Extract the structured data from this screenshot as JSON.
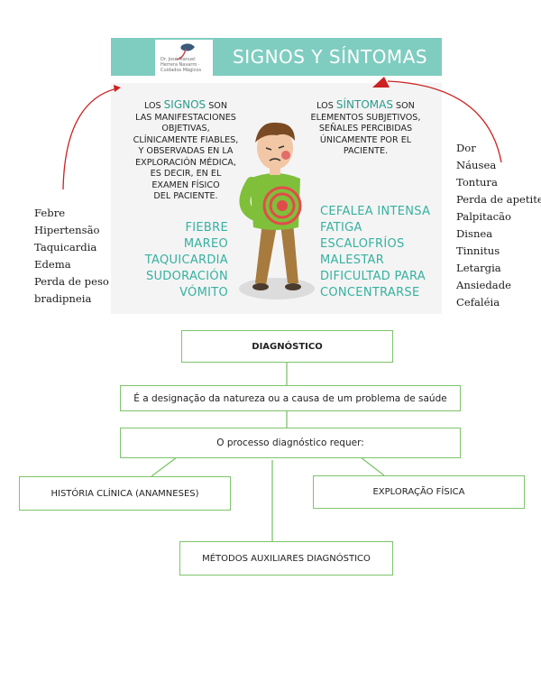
{
  "header": {
    "logo_text": "Dr. José Manuel Herrera Navarro · Cuidados Mágicos",
    "title": "SIGNOS Y SÍNTOMAS"
  },
  "signos": {
    "pre": "LOS",
    "word": "SIGNOS",
    "post": "SON",
    "lines": [
      "LAS MANIFESTACIONES",
      "OBJETIVAS,",
      "CLÍNICAMENTE FIABLES,",
      "Y OBSERVADAS EN LA",
      "EXPLORACIÓN MÉDICA,",
      "ES DECIR, EN EL",
      "EXAMEN FÍSICO",
      "DEL PACIENTE."
    ],
    "examples": [
      "FIEBRE",
      "MAREO",
      "TAQUICARDIA",
      "SUDORACIÓN",
      "VÓMITO"
    ]
  },
  "sintomas": {
    "pre": "LOS",
    "word": "SÍNTOMAS",
    "post": "SON",
    "lines": [
      "ELEMENTOS SUBJETIVOS,",
      "SEÑALES PERCIBIDAS",
      "ÚNICAMENTE POR EL",
      "PACIENTE."
    ],
    "examples": [
      "CEFALEA INTENSA",
      "FATIGA",
      "ESCALOFRÍOS",
      "MALESTAR",
      "DIFICULTAD PARA",
      "CONCENTRARSE"
    ]
  },
  "left_list": [
    "Febre",
    "Hipertensão",
    "Taquicardia",
    "Edema",
    "Perda de peso",
    "bradipneia"
  ],
  "right_list": [
    "Dor",
    "Náusea",
    "Tontura",
    "Perda de apetite",
    "Palpitacão",
    "Disnea",
    "Tinnitus",
    "Letargia",
    "Ansiedade",
    "Cefaléia"
  ],
  "flow": {
    "diagnostico": "DIAGNÓSTICO",
    "definition": "É a designação da natureza ou a causa de um problema de saúde",
    "requires": "O processo diagnóstico requer:",
    "historia": "HISTÓRIA CLÍNICA (ANAMNESES)",
    "exploracao": "EXPLORAÇÃO FÍSICA",
    "metodos": "MÉTODOS AUXILIARES DIAGNÓSTICO"
  },
  "colors": {
    "banner": "#7fcdc0",
    "accent_teal": "#36b1a0",
    "box_border": "#7dc46b",
    "arrow_red": "#cc2222"
  }
}
